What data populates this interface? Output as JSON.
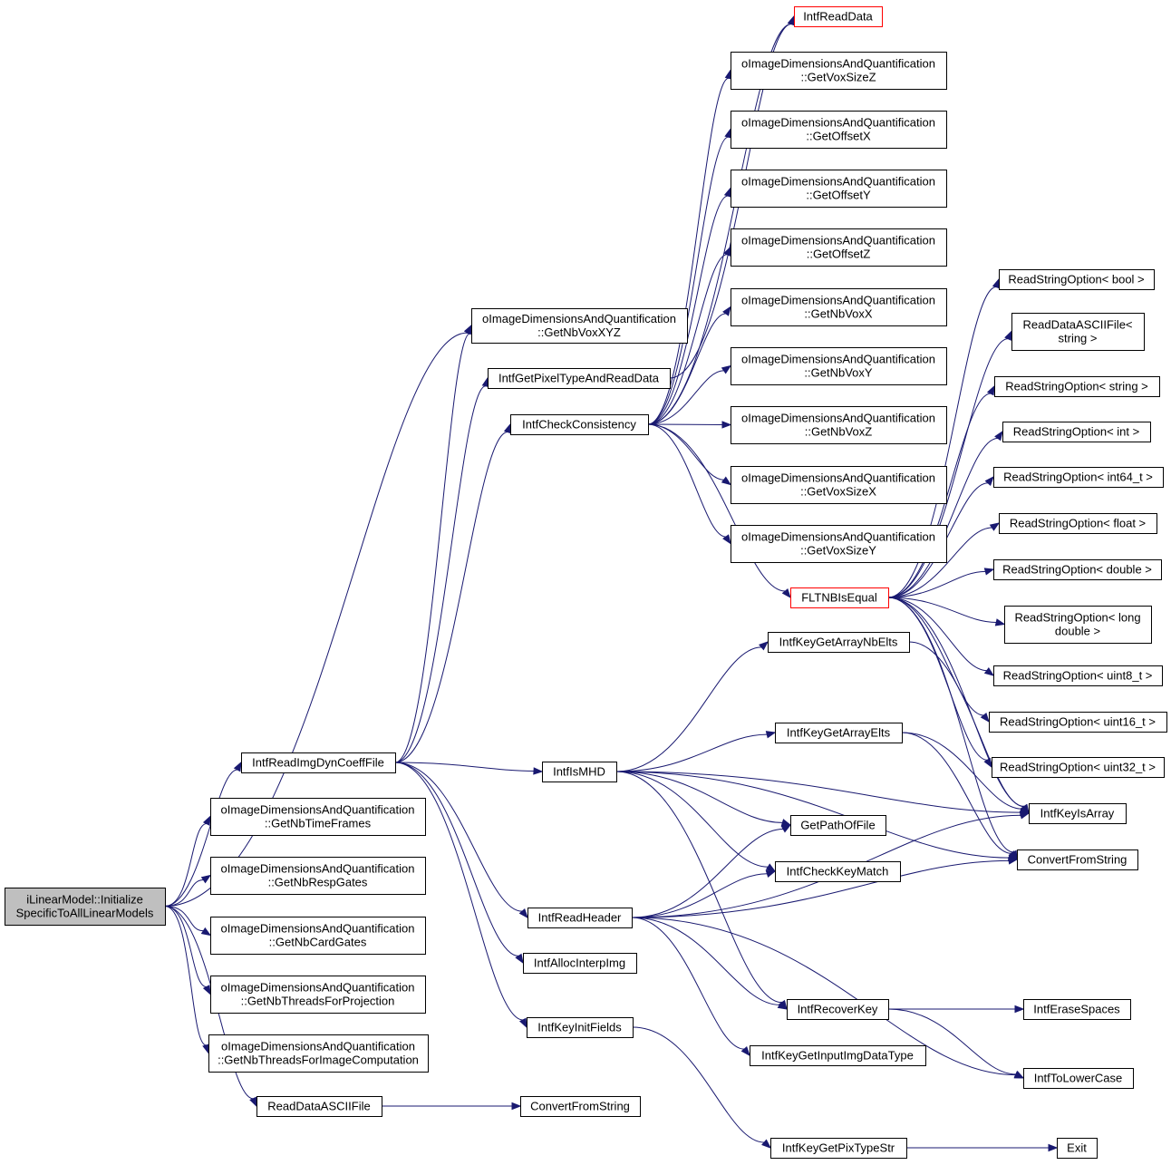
{
  "colors": {
    "edge": "#191970",
    "root_fill": "#bfbfbf",
    "highlight_border": "#ff0000"
  },
  "nodes": {
    "root": [
      "iLinearModel::Initialize",
      "SpecificToAllLinearModels"
    ],
    "intfReadImgDynCoeffFile": [
      "IntfReadImgDynCoeffFile"
    ],
    "getNbTimeFrames": [
      "oImageDimensionsAndQuantification",
      "::GetNbTimeFrames"
    ],
    "getNbRespGates": [
      "oImageDimensionsAndQuantification",
      "::GetNbRespGates"
    ],
    "getNbCardGates": [
      "oImageDimensionsAndQuantification",
      "::GetNbCardGates"
    ],
    "getNbThreadsForProjection": [
      "oImageDimensionsAndQuantification",
      "::GetNbThreadsForProjection"
    ],
    "getNbThreadsForImageComputation": [
      "oImageDimensionsAndQuantification",
      "::GetNbThreadsForImageComputation"
    ],
    "readDataASCIIFile": [
      "ReadDataASCIIFile"
    ],
    "getNbVoxXYZ": [
      "oImageDimensionsAndQuantification",
      "::GetNbVoxXYZ"
    ],
    "intfGetPixelTypeAndReadData": [
      "IntfGetPixelTypeAndReadData"
    ],
    "intfCheckConsistency": [
      "IntfCheckConsistency"
    ],
    "intfIsMHD": [
      "IntfIsMHD"
    ],
    "intfReadHeader": [
      "IntfReadHeader"
    ],
    "intfAllocInterpImg": [
      "IntfAllocInterpImg"
    ],
    "intfKeyInitFields": [
      "IntfKeyInitFields"
    ],
    "convertFromString1": [
      "ConvertFromString"
    ],
    "intfReadData": [
      "IntfReadData"
    ],
    "getVoxSizeZ": [
      "oImageDimensionsAndQuantification",
      "::GetVoxSizeZ"
    ],
    "getOffsetX": [
      "oImageDimensionsAndQuantification",
      "::GetOffsetX"
    ],
    "getOffsetY": [
      "oImageDimensionsAndQuantification",
      "::GetOffsetY"
    ],
    "getOffsetZ": [
      "oImageDimensionsAndQuantification",
      "::GetOffsetZ"
    ],
    "getNbVoxX": [
      "oImageDimensionsAndQuantification",
      "::GetNbVoxX"
    ],
    "getNbVoxY": [
      "oImageDimensionsAndQuantification",
      "::GetNbVoxY"
    ],
    "getNbVoxZ": [
      "oImageDimensionsAndQuantification",
      "::GetNbVoxZ"
    ],
    "getVoxSizeX": [
      "oImageDimensionsAndQuantification",
      "::GetVoxSizeX"
    ],
    "getVoxSizeY": [
      "oImageDimensionsAndQuantification",
      "::GetVoxSizeY"
    ],
    "fltnbIsEqual": [
      "FLTNBIsEqual"
    ],
    "intfKeyGetArrayNbElts": [
      "IntfKeyGetArrayNbElts"
    ],
    "intfKeyGetArrayElts": [
      "IntfKeyGetArrayElts"
    ],
    "getPathOfFile": [
      "GetPathOfFile"
    ],
    "intfCheckKeyMatch": [
      "IntfCheckKeyMatch"
    ],
    "intfRecoverKey": [
      "IntfRecoverKey"
    ],
    "intfKeyGetInputImgDataType": [
      "IntfKeyGetInputImgDataType"
    ],
    "intfKeyGetPixTypeStr": [
      "IntfKeyGetPixTypeStr"
    ],
    "rsoBool": [
      "ReadStringOption< bool >"
    ],
    "readDataASCIIFileString": [
      "ReadDataASCIIFile<",
      "string >"
    ],
    "rsoString": [
      "ReadStringOption< string >"
    ],
    "rsoInt": [
      "ReadStringOption< int >"
    ],
    "rsoInt64": [
      "ReadStringOption< int64_t >"
    ],
    "rsoFloat": [
      "ReadStringOption< float >"
    ],
    "rsoDouble": [
      "ReadStringOption< double >"
    ],
    "rsoLongDouble": [
      "ReadStringOption< long",
      "double >"
    ],
    "rsoUint8": [
      "ReadStringOption< uint8_t >"
    ],
    "rsoUint16": [
      "ReadStringOption< uint16_t >"
    ],
    "rsoUint32": [
      "ReadStringOption< uint32_t >"
    ],
    "intfKeyIsArray": [
      "IntfKeyIsArray"
    ],
    "convertFromString2": [
      "ConvertFromString"
    ],
    "intfEraseSpaces": [
      "IntfEraseSpaces"
    ],
    "intfToLowerCase": [
      "IntfToLowerCase"
    ],
    "exit": [
      "Exit"
    ]
  },
  "edges": [
    [
      "root",
      "getNbVoxXYZ"
    ],
    [
      "root",
      "intfReadImgDynCoeffFile"
    ],
    [
      "root",
      "getNbTimeFrames"
    ],
    [
      "root",
      "getNbRespGates"
    ],
    [
      "root",
      "getNbCardGates"
    ],
    [
      "root",
      "getNbThreadsForProjection"
    ],
    [
      "root",
      "getNbThreadsForImageComputation"
    ],
    [
      "root",
      "readDataASCIIFile"
    ],
    [
      "intfReadImgDynCoeffFile",
      "getNbVoxXYZ"
    ],
    [
      "intfReadImgDynCoeffFile",
      "intfGetPixelTypeAndReadData"
    ],
    [
      "intfReadImgDynCoeffFile",
      "intfCheckConsistency"
    ],
    [
      "intfReadImgDynCoeffFile",
      "intfIsMHD"
    ],
    [
      "intfReadImgDynCoeffFile",
      "intfReadHeader"
    ],
    [
      "intfReadImgDynCoeffFile",
      "intfAllocInterpImg"
    ],
    [
      "intfReadImgDynCoeffFile",
      "intfKeyInitFields"
    ],
    [
      "readDataASCIIFile",
      "convertFromString1"
    ],
    [
      "intfGetPixelTypeAndReadData",
      "intfReadData"
    ],
    [
      "intfCheckConsistency",
      "intfReadData"
    ],
    [
      "intfCheckConsistency",
      "getVoxSizeZ"
    ],
    [
      "intfCheckConsistency",
      "getOffsetX"
    ],
    [
      "intfCheckConsistency",
      "getOffsetY"
    ],
    [
      "intfCheckConsistency",
      "getOffsetZ"
    ],
    [
      "intfCheckConsistency",
      "getNbVoxX"
    ],
    [
      "intfCheckConsistency",
      "getNbVoxY"
    ],
    [
      "intfCheckConsistency",
      "getNbVoxZ"
    ],
    [
      "intfCheckConsistency",
      "getVoxSizeX"
    ],
    [
      "intfCheckConsistency",
      "getVoxSizeY"
    ],
    [
      "intfCheckConsistency",
      "fltnbIsEqual"
    ],
    [
      "fltnbIsEqual",
      "rsoBool"
    ],
    [
      "fltnbIsEqual",
      "readDataASCIIFileString"
    ],
    [
      "fltnbIsEqual",
      "rsoString"
    ],
    [
      "fltnbIsEqual",
      "rsoInt"
    ],
    [
      "fltnbIsEqual",
      "rsoInt64"
    ],
    [
      "fltnbIsEqual",
      "rsoFloat"
    ],
    [
      "fltnbIsEqual",
      "rsoDouble"
    ],
    [
      "fltnbIsEqual",
      "rsoLongDouble"
    ],
    [
      "fltnbIsEqual",
      "rsoUint8"
    ],
    [
      "fltnbIsEqual",
      "rsoUint16"
    ],
    [
      "fltnbIsEqual",
      "rsoUint32"
    ],
    [
      "fltnbIsEqual",
      "intfKeyIsArray"
    ],
    [
      "fltnbIsEqual",
      "convertFromString2"
    ],
    [
      "intfIsMHD",
      "intfKeyGetArrayNbElts"
    ],
    [
      "intfIsMHD",
      "intfKeyGetArrayElts"
    ],
    [
      "intfIsMHD",
      "intfKeyIsArray"
    ],
    [
      "intfIsMHD",
      "convertFromString2"
    ],
    [
      "intfIsMHD",
      "getPathOfFile"
    ],
    [
      "intfIsMHD",
      "intfCheckKeyMatch"
    ],
    [
      "intfIsMHD",
      "intfRecoverKey"
    ],
    [
      "intfKeyGetArrayNbElts",
      "intfKeyIsArray"
    ],
    [
      "intfKeyGetArrayElts",
      "intfKeyIsArray"
    ],
    [
      "intfKeyGetArrayElts",
      "convertFromString2"
    ],
    [
      "intfReadHeader",
      "getPathOfFile"
    ],
    [
      "intfReadHeader",
      "intfCheckKeyMatch"
    ],
    [
      "intfReadHeader",
      "intfKeyIsArray"
    ],
    [
      "intfReadHeader",
      "convertFromString2"
    ],
    [
      "intfReadHeader",
      "intfRecoverKey"
    ],
    [
      "intfReadHeader",
      "intfKeyGetInputImgDataType"
    ],
    [
      "intfReadHeader",
      "intfToLowerCase"
    ],
    [
      "intfRecoverKey",
      "intfEraseSpaces"
    ],
    [
      "intfRecoverKey",
      "intfToLowerCase"
    ],
    [
      "intfKeyInitFields",
      "intfKeyGetPixTypeStr"
    ],
    [
      "intfKeyGetPixTypeStr",
      "exit"
    ]
  ]
}
